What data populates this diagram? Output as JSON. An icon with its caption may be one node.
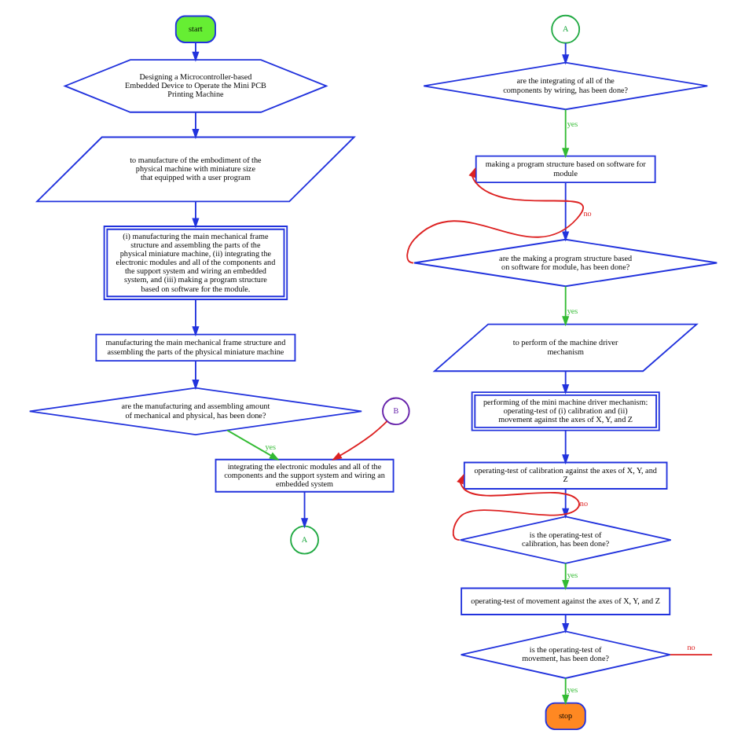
{
  "diagram": {
    "nodes": [
      {
        "text": [
          "start"
        ]
      },
      {
        "text": [
          "Designing a Microcontroller-based Embedded Device to Operate the Mini PCB Printing Machine"
        ]
      },
      {
        "text": [
          "to manufacture of the embodiment of the physical machine with miniature size that equipped with a user program"
        ]
      },
      {
        "text": [
          "(i) manufacturing the main mechanical frame structure and assembling the parts of the physical miniature machine, (ii) integrating the electronic modules and all of the components and the support system and wiring an embedded system, and (iii) making a program structure based on software for the module."
        ]
      },
      {
        "text": [
          "manufacturing the main mechanical frame structure and assembling the parts of the physical miniature machine"
        ]
      },
      {
        "text": [
          "are the manufacturing and assembling amount of mechanical and physical, has been done?"
        ]
      },
      {
        "text": [
          "integrating the electronic modules and all of the components and the support system and wiring an embedded system"
        ]
      },
      {
        "text": [
          "A"
        ]
      },
      {
        "text": [
          "B"
        ]
      },
      {
        "text": [
          "A"
        ]
      },
      {
        "text": [
          "are the integrating of all of the components by wiring, has been done?"
        ]
      },
      {
        "text": [
          "making a program structure based on software for module"
        ]
      },
      {
        "text": [
          "are the making a program structure based on software for module, has been done?"
        ]
      },
      {
        "text": [
          "to perform of the machine driver mechanism"
        ]
      },
      {
        "text": [
          "performing of the mini machine driver mechanism: operating-test of (i) calibration and (ii) movement against the axes of X, Y, and Z"
        ]
      },
      {
        "text": [
          "operating-test of calibration against the axes of X, Y, and Z"
        ]
      },
      {
        "text": [
          "is the operating-test of calibration, has been done?"
        ]
      },
      {
        "text": [
          "operating-test of movement against the axes of X, Y, and Z"
        ]
      },
      {
        "text": [
          "is the operating-test of movement, has been done?"
        ]
      },
      {
        "text": [
          "stop"
        ]
      }
    ],
    "edges": [
      {
        "from": 0,
        "to": 1,
        "arrow": "to"
      },
      {
        "from": 1,
        "to": 2,
        "arrow": "to"
      },
      {
        "from": 2,
        "to": 3,
        "arrow": "to"
      },
      {
        "from": 3,
        "to": 4,
        "arrow": "to"
      },
      {
        "from": 4,
        "to": 5,
        "arrow": "to"
      },
      {
        "from": 5,
        "to": 6,
        "arrow": "to",
        "label": "yes",
        "color": "#33bb33"
      },
      {
        "from": 6,
        "to": 7,
        "arrow": "to"
      },
      {
        "from": 8,
        "to": 6,
        "arrow": "to",
        "color": "#dd2222"
      },
      {
        "from": 9,
        "to": 10,
        "arrow": "to"
      },
      {
        "from": 10,
        "to": 11,
        "arrow": "to",
        "label": "yes",
        "color": "#33bb33"
      },
      {
        "from": 11,
        "to": 12,
        "arrow": "to"
      },
      {
        "from": 12,
        "to": 11,
        "arrow": "to",
        "label": "no",
        "color": "#dd2222"
      },
      {
        "from": 12,
        "to": 13,
        "arrow": "to",
        "label": "yes",
        "color": "#33bb33"
      },
      {
        "from": 13,
        "to": 14,
        "arrow": "to"
      },
      {
        "from": 14,
        "to": 15,
        "arrow": "to"
      },
      {
        "from": 15,
        "to": 16,
        "arrow": "to"
      },
      {
        "from": 16,
        "to": 15,
        "arrow": "to",
        "label": "no",
        "color": "#dd2222"
      },
      {
        "from": 16,
        "to": 17,
        "arrow": "to",
        "label": "yes",
        "color": "#33bb33"
      },
      {
        "from": 17,
        "to": 18,
        "arrow": "to"
      },
      {
        "from": 18,
        "to": 19,
        "arrow": "to",
        "label": "yes",
        "color": "#33bb33"
      },
      {
        "from": 18,
        "to": null,
        "arrow": "none",
        "label": "no",
        "color": "#dd2222"
      }
    ]
  }
}
